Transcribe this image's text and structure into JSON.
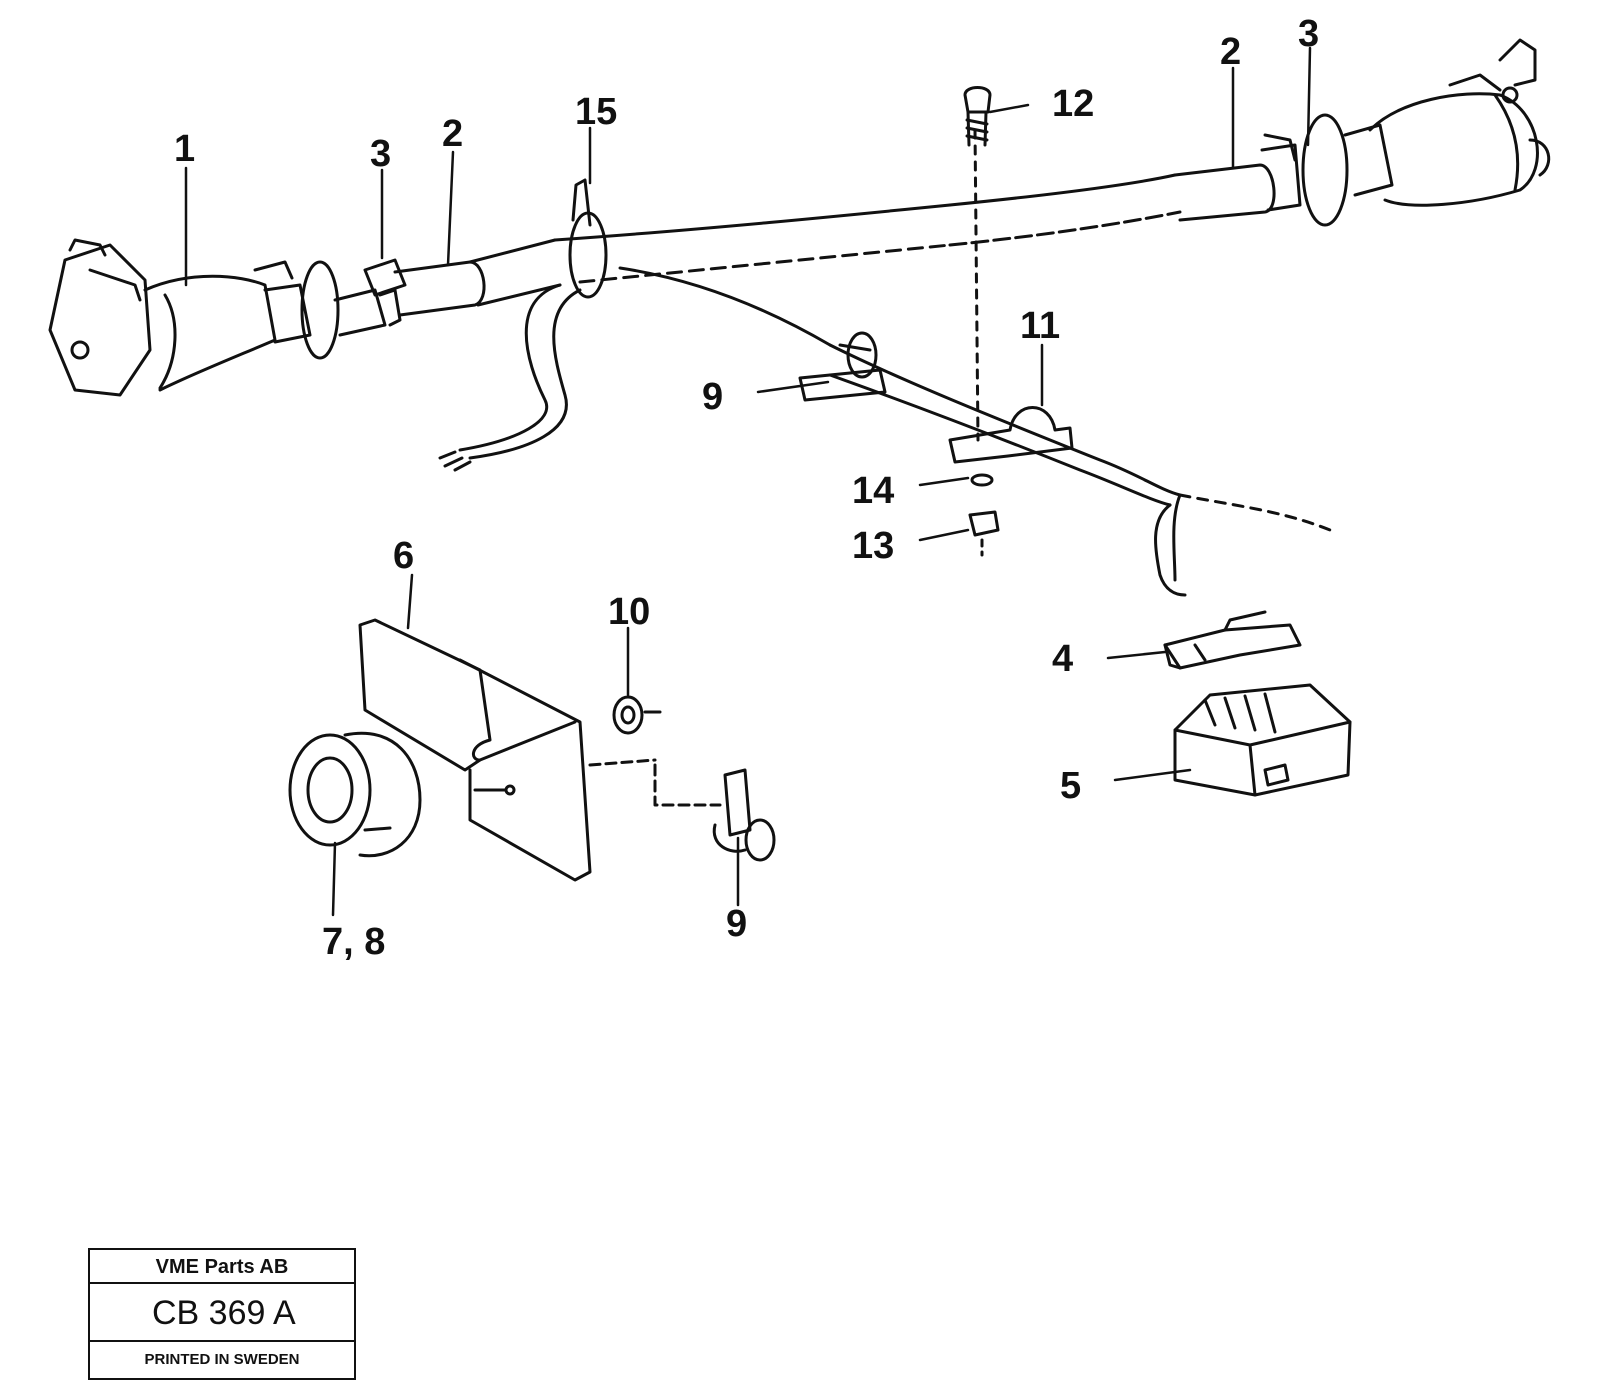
{
  "callouts": [
    {
      "id": "c1",
      "label": "1"
    },
    {
      "id": "c3a",
      "label": "3"
    },
    {
      "id": "c2a",
      "label": "2"
    },
    {
      "id": "c15",
      "label": "15"
    },
    {
      "id": "c12",
      "label": "12"
    },
    {
      "id": "c2b",
      "label": "2"
    },
    {
      "id": "c3b",
      "label": "3"
    },
    {
      "id": "c11",
      "label": "11"
    },
    {
      "id": "c9a",
      "label": "9"
    },
    {
      "id": "c14",
      "label": "14"
    },
    {
      "id": "c13",
      "label": "13"
    },
    {
      "id": "c6",
      "label": "6"
    },
    {
      "id": "c10",
      "label": "10"
    },
    {
      "id": "c4",
      "label": "4"
    },
    {
      "id": "c5",
      "label": "5"
    },
    {
      "id": "c78",
      "label": "7, 8"
    },
    {
      "id": "c9b",
      "label": "9"
    }
  ],
  "title_block": {
    "company": "VME Parts AB",
    "code": "CB 369 A",
    "printed": "PRINTED IN SWEDEN"
  }
}
